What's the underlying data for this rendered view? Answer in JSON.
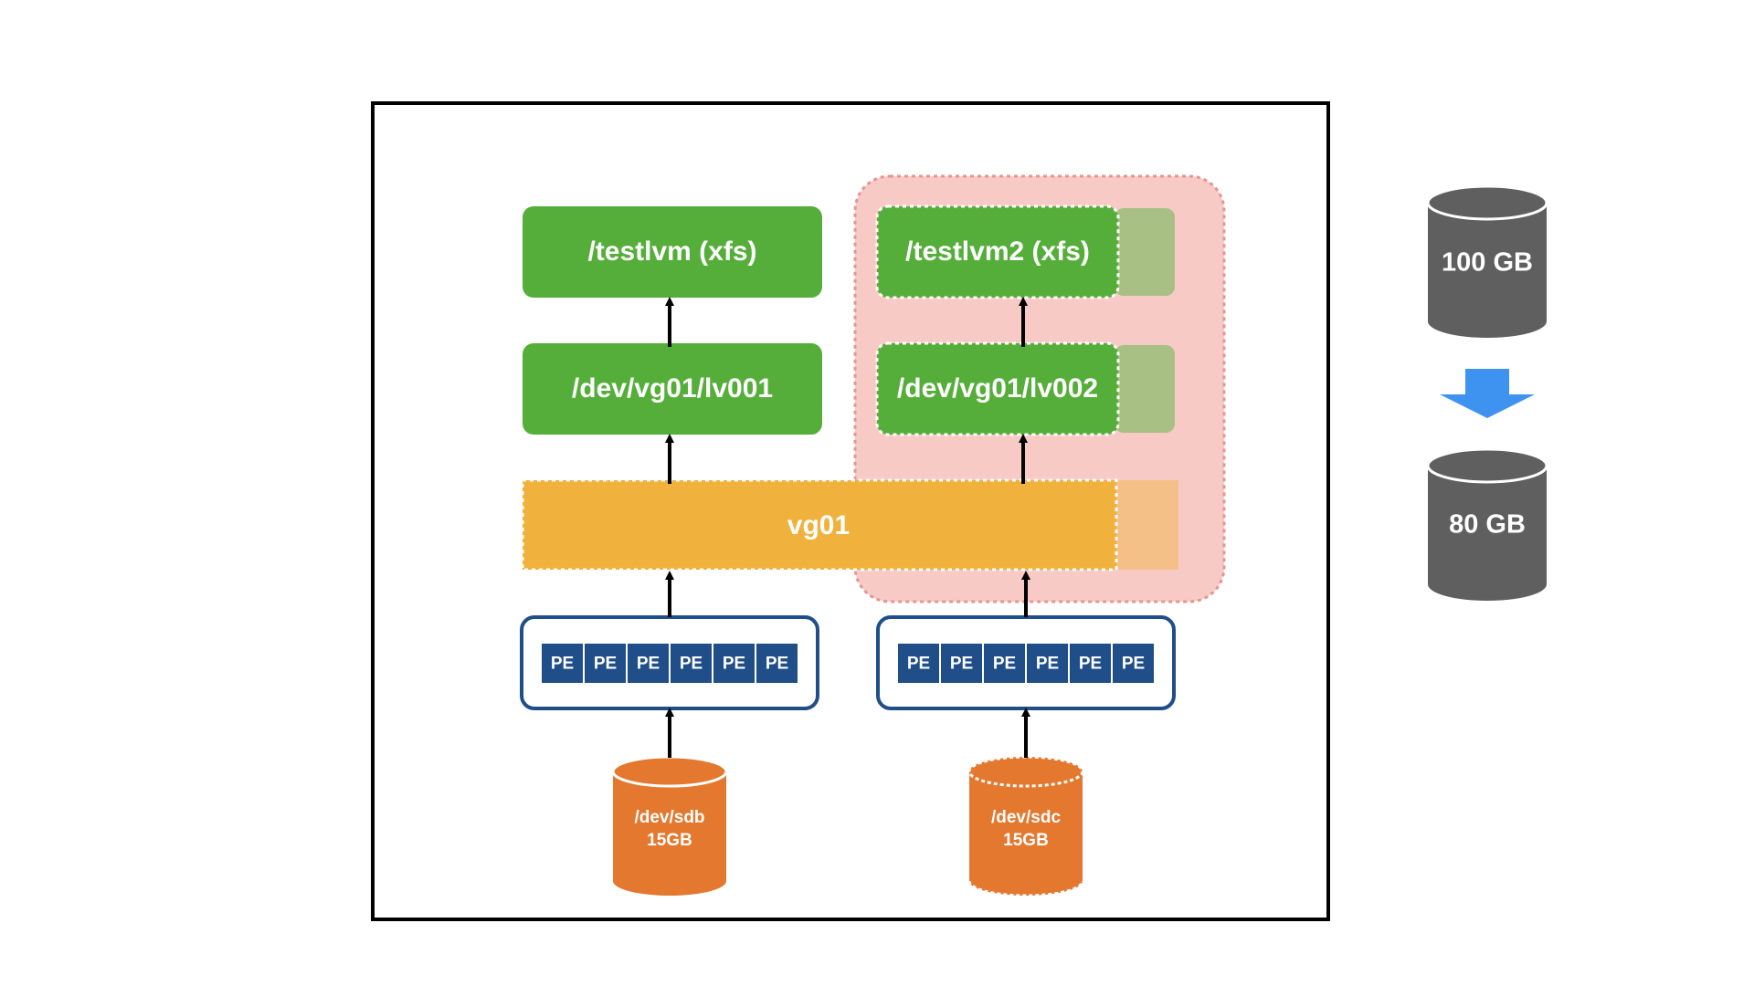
{
  "diagram": {
    "filesystems": {
      "left": "/testlvm (xfs)",
      "right": "/testlvm2 (xfs)"
    },
    "logical_volumes": {
      "left": "/dev/vg01/lv001",
      "right": "/dev/vg01/lv002"
    },
    "volume_group": "vg01",
    "physical_extents": {
      "left": [
        "PE",
        "PE",
        "PE",
        "PE",
        "PE",
        "PE"
      ],
      "right": [
        "PE",
        "PE",
        "PE",
        "PE",
        "PE",
        "PE"
      ]
    },
    "disks": {
      "left": {
        "name": "/dev/sdb",
        "size": "15GB"
      },
      "right": {
        "name": "/dev/sdc",
        "size": "15GB"
      }
    }
  },
  "resize": {
    "before": "100 GB",
    "after": "80 GB"
  },
  "colors": {
    "green": "#56ae3a",
    "green_faded": "#a8c083",
    "vg_orange": "#f0b23c",
    "vg_faded": "#f4c088",
    "highlight_pink": "#f7cac6",
    "pe_blue": "#1f4e89",
    "disk_orange": "#e4782f",
    "cylinder_gray": "#5f5f5f",
    "arrow_blue": "#3f93f0"
  }
}
